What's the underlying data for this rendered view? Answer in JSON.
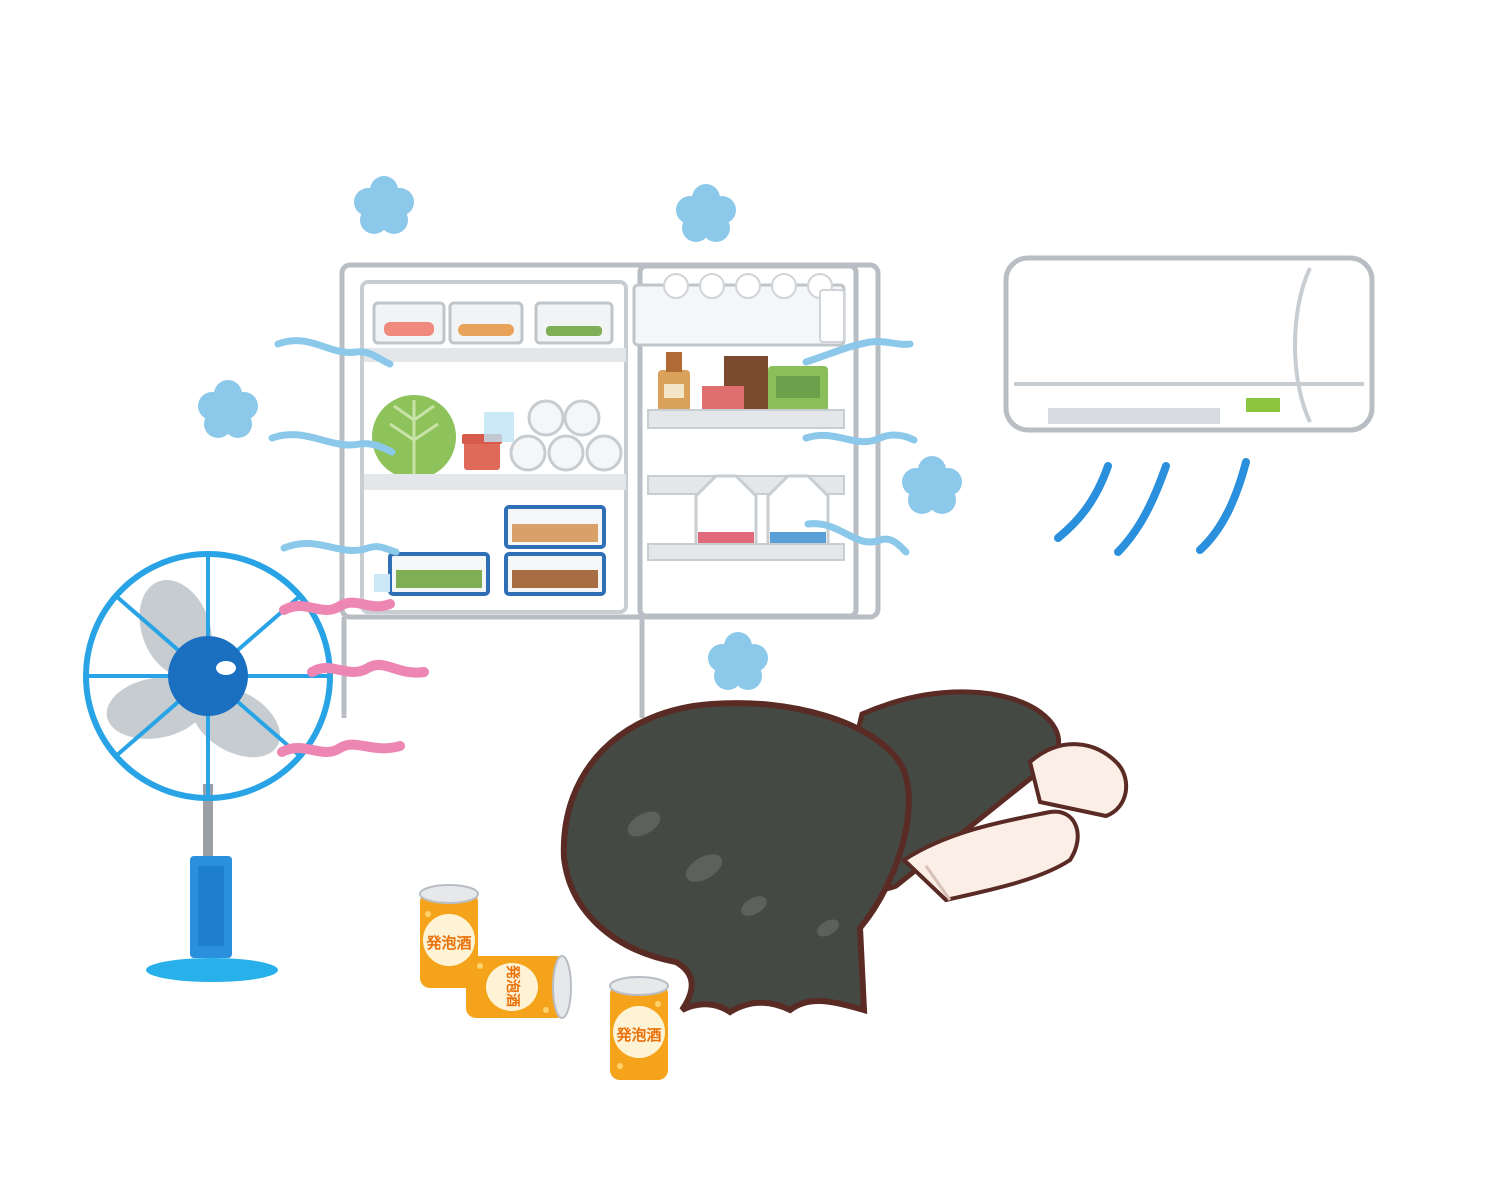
{
  "scene": {
    "background": "#ffffff",
    "cans": [
      {
        "label": "発泡酒"
      },
      {
        "label": "発泡酒"
      },
      {
        "label": "発泡酒"
      }
    ]
  },
  "colors": {
    "outline_gray": "#b9bec4",
    "cold_blue": "#8cc8ea",
    "cold_line": "#5fb0e4",
    "ac_blow": "#2a8fdc",
    "fan_blue": "#27a3e6",
    "fan_dark_blue": "#1b6fc0",
    "fan_blade": "#c7ccd1",
    "warm_pink": "#ee86b3",
    "hair": "#444a43",
    "hair_outline": "#5a2a24",
    "can_orange": "#f5a31a",
    "can_text": "#e8710a",
    "lettuce": "#8ec25a",
    "ac_indicator": "#8cc63f"
  },
  "icons": [
    "refrigerator-icon",
    "air-conditioner-icon",
    "electric-fan-icon",
    "cold-puff-icon",
    "cold-breeze-icon",
    "warm-breeze-icon",
    "person-lying-icon",
    "beer-can-icon"
  ]
}
